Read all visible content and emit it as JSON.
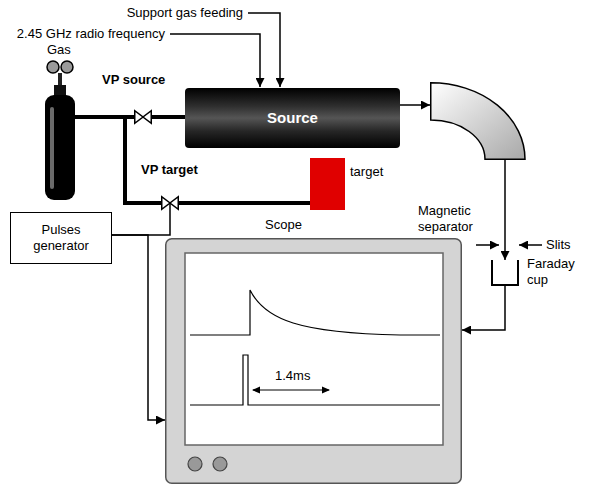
{
  "diagram": {
    "nodes": [
      {
        "text": [
          "Gas"
        ]
      },
      {
        "text": [
          "VP source"
        ]
      },
      {
        "text": [
          "Source"
        ]
      },
      {
        "text": [
          "VP target"
        ]
      },
      {
        "text": [
          "target"
        ]
      },
      {
        "text": [
          "Magnetic separator"
        ]
      },
      {
        "text": [
          "Faraday cup"
        ]
      },
      {
        "text": [
          "Pulses generator"
        ]
      },
      {
        "text": [
          "Scope"
        ]
      }
    ],
    "edges": [
      {
        "from": 0,
        "to": 1,
        "arrow": "none"
      },
      {
        "from": 1,
        "to": 2,
        "arrow": "none"
      },
      {
        "from": 0,
        "to": 3,
        "arrow": "none"
      },
      {
        "from": 3,
        "to": 4,
        "arrow": "none"
      },
      {
        "from": 2,
        "to": 5,
        "arrow": "to"
      },
      {
        "from": 5,
        "to": 6,
        "arrow": "to"
      },
      {
        "from": 6,
        "to": 8,
        "arrow": "to"
      },
      {
        "from": 7,
        "to": 3,
        "arrow": "none"
      },
      {
        "from": 7,
        "to": 8,
        "arrow": "to"
      }
    ],
    "labels": [
      "Support gas feeding",
      "2.45 GHz radio frequency",
      "Slits",
      "1.4ms"
    ]
  }
}
